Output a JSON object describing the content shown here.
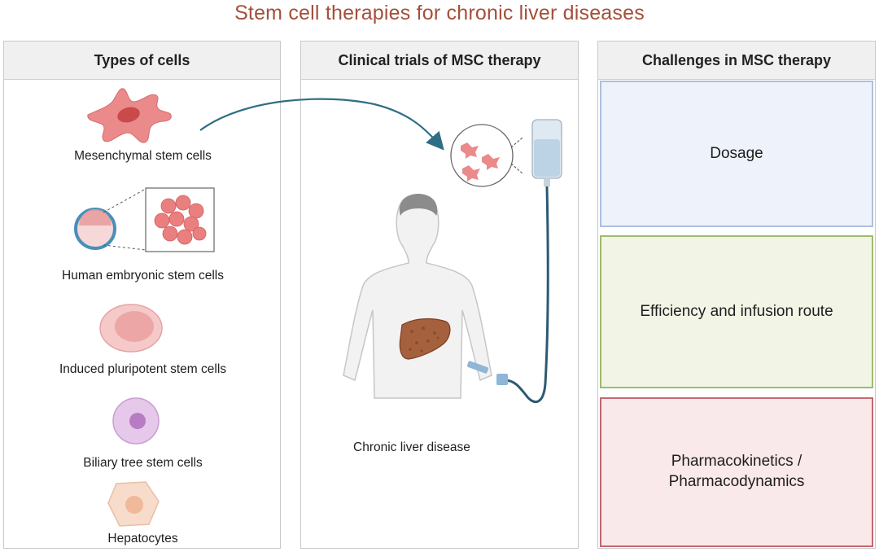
{
  "title": "Stem cell therapies for chronic liver diseases",
  "panels": {
    "types": {
      "header": "Types of cells",
      "cells": [
        {
          "label": "Mesenchymal stem cells",
          "icon": "mesenchymal-cell-icon"
        },
        {
          "label": "Human embryonic stem cells",
          "icon": "embryo-cell-icon"
        },
        {
          "label": "Induced pluripotent stem cells",
          "icon": "ipsc-cell-icon"
        },
        {
          "label": "Biliary tree stem cells",
          "icon": "biliary-cell-icon"
        },
        {
          "label": "Hepatocytes",
          "icon": "hepatocyte-icon"
        }
      ]
    },
    "trials": {
      "header": "Clinical trials of MSC therapy",
      "label": "Chronic liver disease"
    },
    "challenges": {
      "header": "Challenges in MSC therapy",
      "items": [
        {
          "label": "Dosage",
          "color": "#aebfdc"
        },
        {
          "label": "Efficiency and infusion route",
          "color": "#9fbb6d"
        },
        {
          "line1": "Pharmacokinetics /",
          "line2": "Pharmacodynamics",
          "color": "#c46670"
        }
      ]
    }
  },
  "colors": {
    "title": "#a4503a",
    "arrow": "#2f6e86",
    "cell_red": "#e57a7a",
    "liver": "#9a5a3a"
  }
}
